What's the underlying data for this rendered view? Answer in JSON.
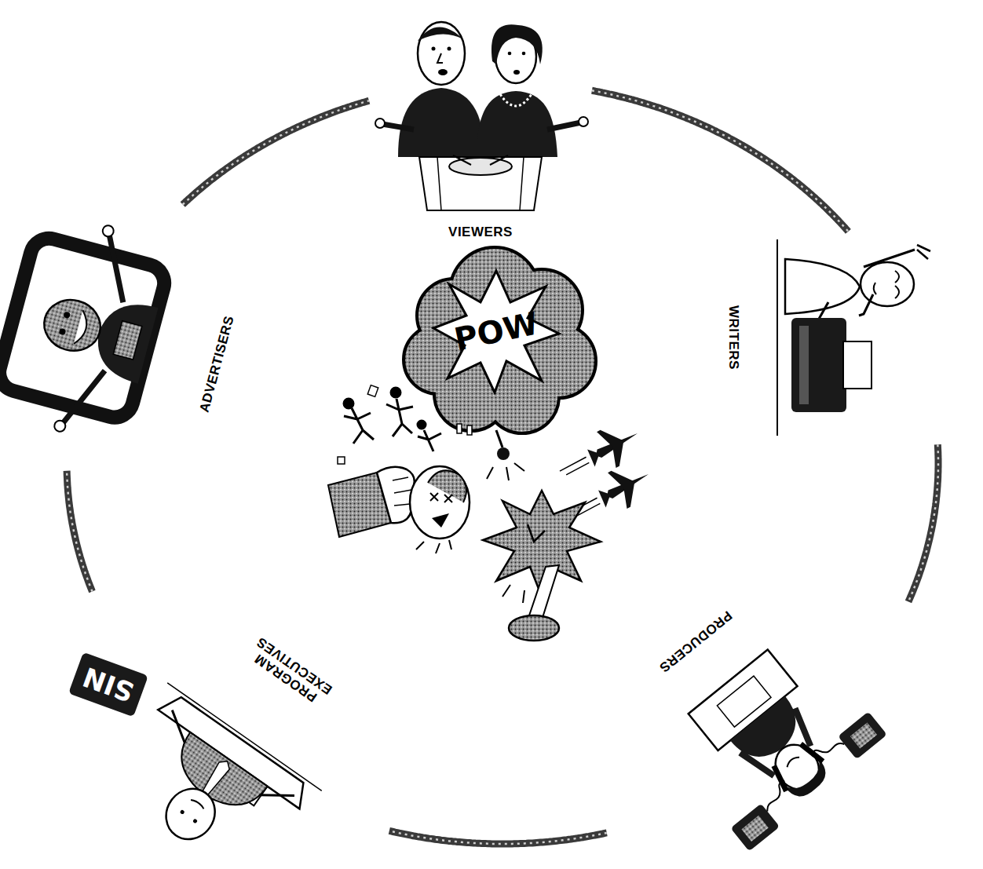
{
  "diagram": {
    "nodes": [
      {
        "text": [
          "VIEWERS"
        ]
      },
      {
        "text": [
          "WRITERS"
        ]
      },
      {
        "text": [
          "PRODUCERS"
        ]
      },
      {
        "text": [
          "PROGRAM EXECUTIVES"
        ]
      },
      {
        "text": [
          "ADVERTISERS"
        ]
      }
    ],
    "edges": [
      {
        "from": 0,
        "to": 1,
        "arrow": "none"
      },
      {
        "from": 1,
        "to": 2,
        "arrow": "none"
      },
      {
        "from": 2,
        "to": 3,
        "arrow": "none"
      },
      {
        "from": 3,
        "to": 4,
        "arrow": "none"
      },
      {
        "from": 4,
        "to": 0,
        "arrow": "none"
      }
    ],
    "labels": [
      "POW",
      "SIN"
    ]
  }
}
